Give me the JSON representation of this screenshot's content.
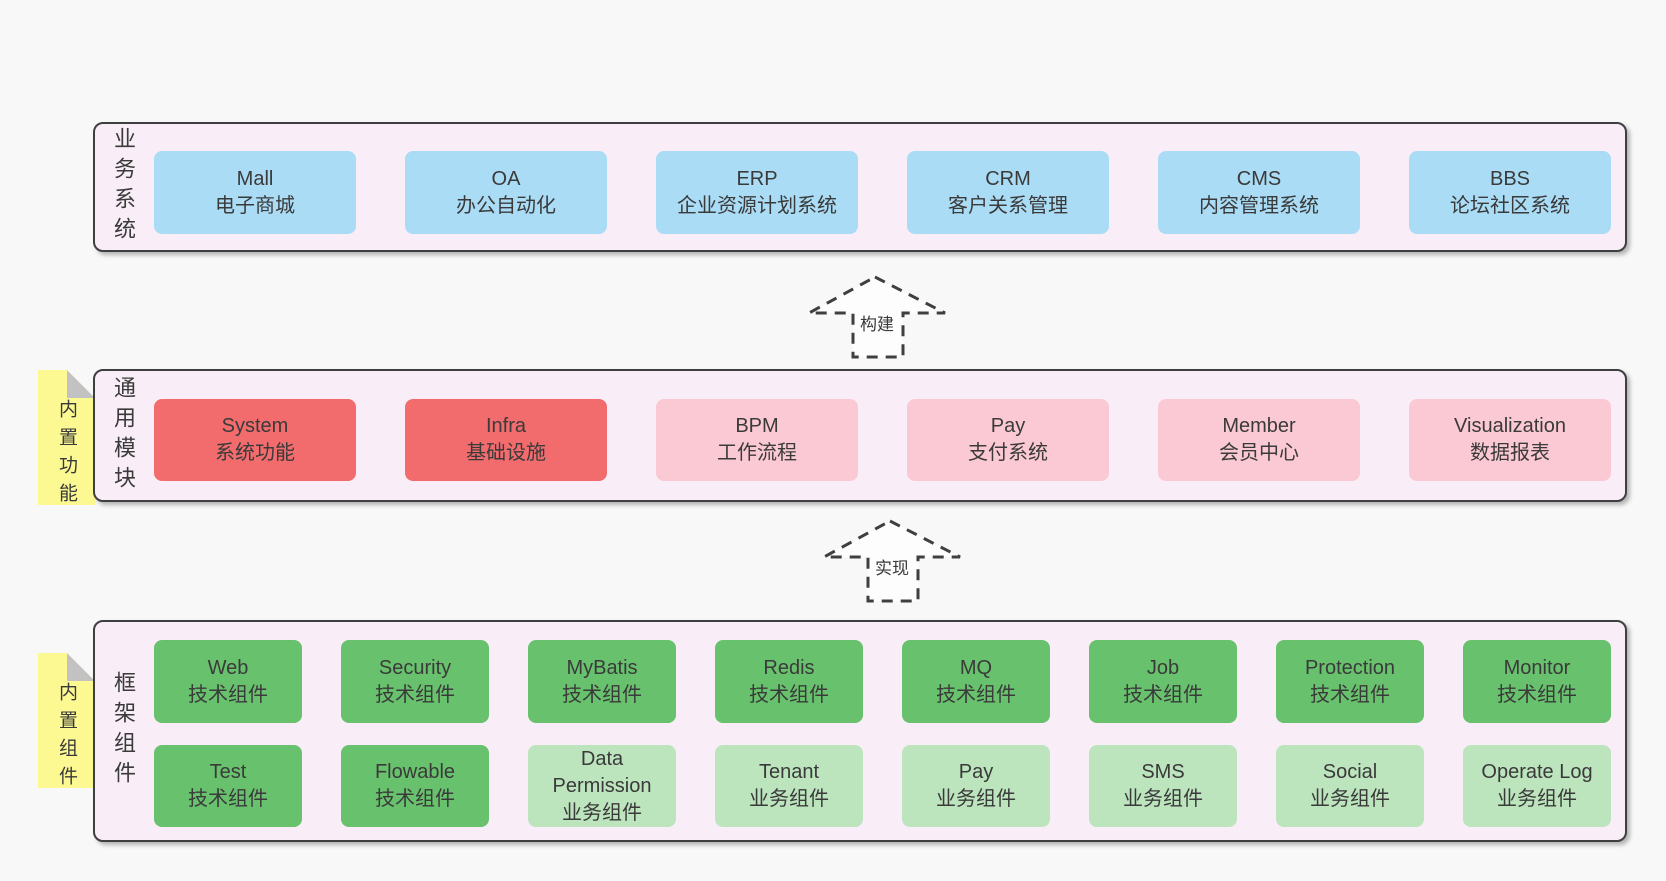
{
  "colors": {
    "page-bg": "#f8f8f8",
    "container-bg": "#f9eef7",
    "container-border": "#3f3f3f",
    "box-blue": "#aadcf5",
    "box-red": "#f26c6e",
    "box-pink": "#fbc9d3",
    "box-green": "#68c26d",
    "box-green-light": "#bce4bd",
    "sticky-yellow": "#fcf993",
    "sticky-fold": "#c2c2c2",
    "text": "#3a3a3a"
  },
  "sections": {
    "business": {
      "label": "业务系统",
      "boxes": [
        {
          "en": "Mall",
          "zh": "电子商城"
        },
        {
          "en": "OA",
          "zh": "办公自动化"
        },
        {
          "en": "ERP",
          "zh": "企业资源计划系统"
        },
        {
          "en": "CRM",
          "zh": "客户关系管理"
        },
        {
          "en": "CMS",
          "zh": "内容管理系统"
        },
        {
          "en": "BBS",
          "zh": "论坛社区系统"
        }
      ]
    },
    "modules": {
      "label": "通用模块",
      "sticky": "内置功能",
      "boxes": [
        {
          "en": "System",
          "zh": "系统功能"
        },
        {
          "en": "Infra",
          "zh": "基础设施"
        },
        {
          "en": "BPM",
          "zh": "工作流程"
        },
        {
          "en": "Pay",
          "zh": "支付系统"
        },
        {
          "en": "Member",
          "zh": "会员中心"
        },
        {
          "en": "Visualization",
          "zh": "数据报表"
        }
      ]
    },
    "components": {
      "label": "框架组件",
      "sticky": "内置组件",
      "row1": [
        {
          "en": "Web",
          "zh": "技术组件"
        },
        {
          "en": "Security",
          "zh": "技术组件"
        },
        {
          "en": "MyBatis",
          "zh": "技术组件"
        },
        {
          "en": "Redis",
          "zh": "技术组件"
        },
        {
          "en": "MQ",
          "zh": "技术组件"
        },
        {
          "en": "Job",
          "zh": "技术组件"
        },
        {
          "en": "Protection",
          "zh": "技术组件"
        },
        {
          "en": "Monitor",
          "zh": "技术组件"
        }
      ],
      "row2": [
        {
          "en": "Test",
          "zh": "技术组件"
        },
        {
          "en": "Flowable",
          "zh": "技术组件"
        },
        {
          "en": "Data Permission",
          "zh": "业务组件"
        },
        {
          "en": "Tenant",
          "zh": "业务组件"
        },
        {
          "en": "Pay",
          "zh": "业务组件"
        },
        {
          "en": "SMS",
          "zh": "业务组件"
        },
        {
          "en": "Social",
          "zh": "业务组件"
        },
        {
          "en": "Operate Log",
          "zh": "业务组件"
        }
      ]
    }
  },
  "arrows": {
    "build": {
      "label": "构建"
    },
    "implement": {
      "label": "实现"
    }
  }
}
